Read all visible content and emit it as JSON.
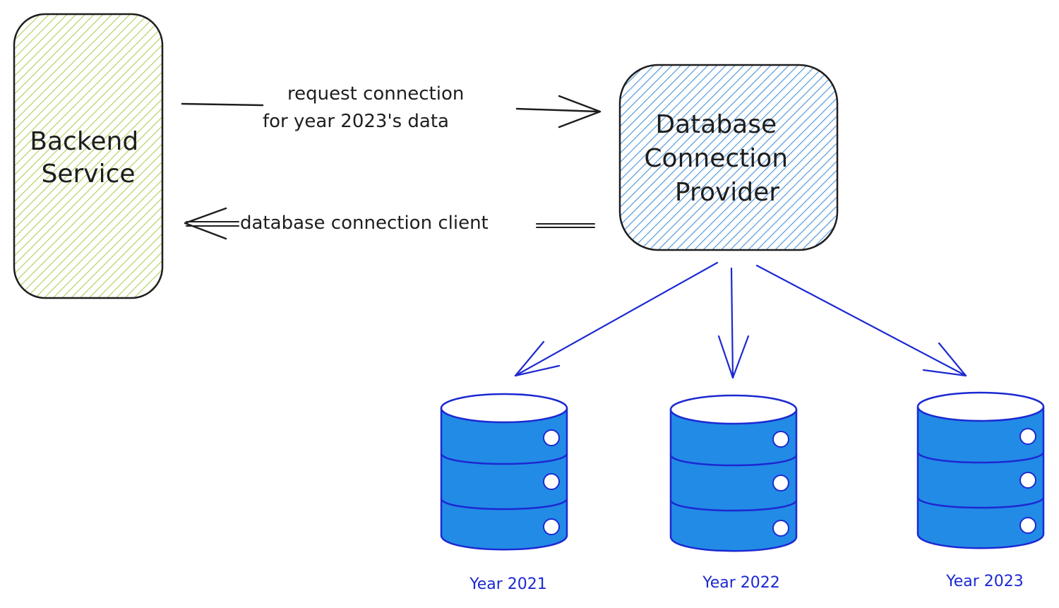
{
  "nodes": {
    "backend": {
      "label_lines": [
        "Backend",
        "Service"
      ],
      "fill_color": "#a9d158",
      "stroke_color": "#1e1e1e"
    },
    "provider": {
      "label_lines": [
        "Database",
        "Connection",
        "Provider"
      ],
      "fill_color": "#4a90d9",
      "stroke_color": "#1e1e1e"
    }
  },
  "edges": {
    "request": {
      "label_lines": [
        "request connection",
        "for year 2023's data"
      ],
      "direction": "backend-to-provider"
    },
    "response": {
      "label": "database connection client",
      "direction": "provider-to-backend"
    }
  },
  "databases": [
    {
      "label": "Year 2021",
      "icon": "database-icon"
    },
    {
      "label": "Year 2022",
      "icon": "database-icon"
    },
    {
      "label": "Year 2023",
      "icon": "database-icon"
    }
  ],
  "colors": {
    "database_fill": "#228be6",
    "database_stroke": "#1c29d1",
    "database_label": "#1c29d1",
    "fan_out_arrows": "#1c29d1",
    "ink": "#1e1e1e"
  }
}
